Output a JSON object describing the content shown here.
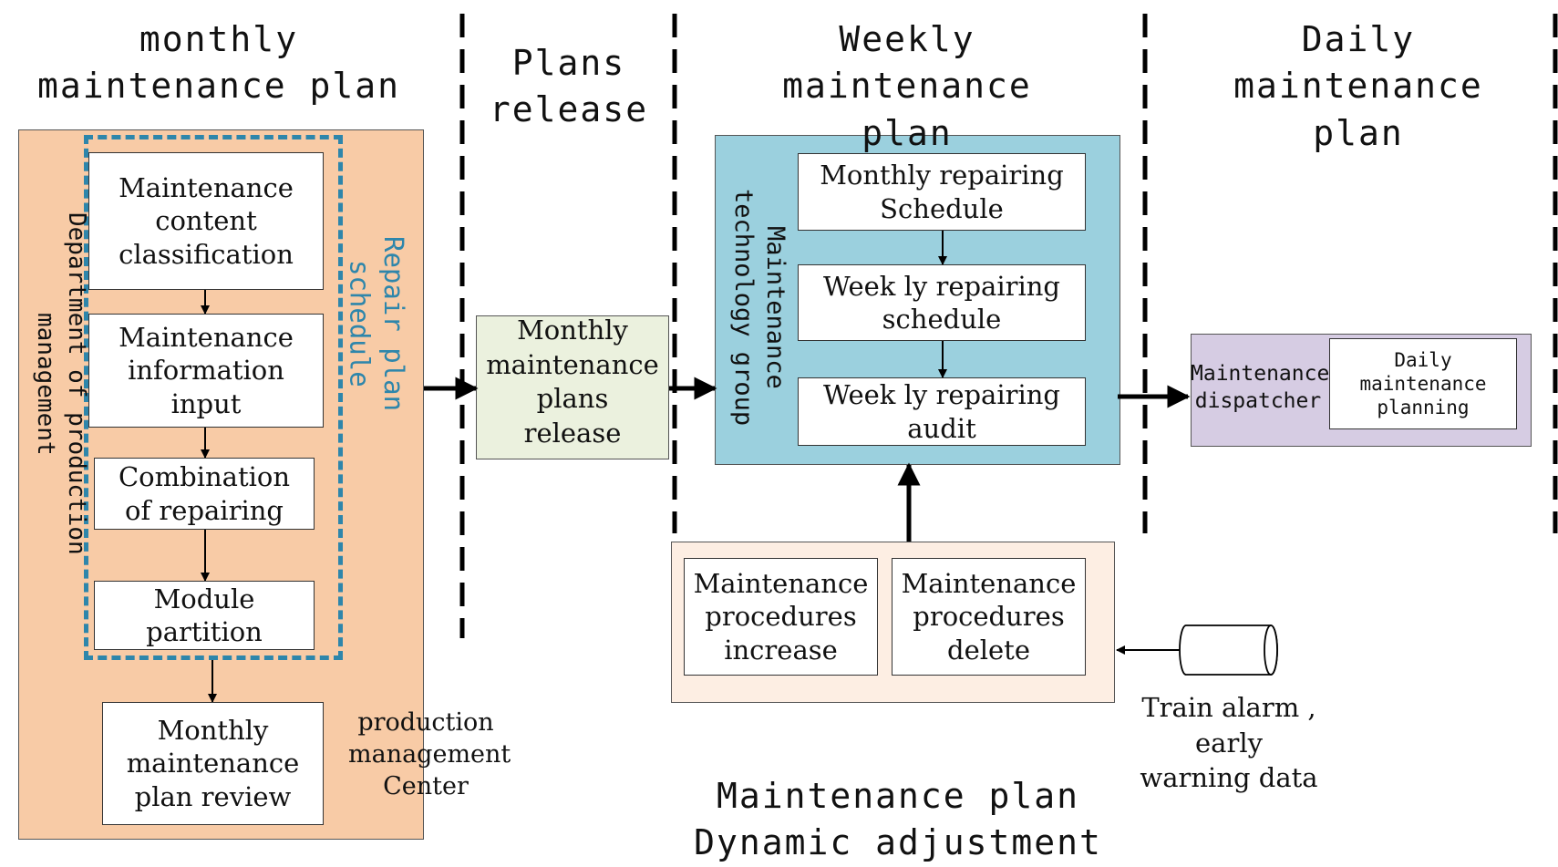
{
  "headers": {
    "monthly": "monthly\nmaintenance plan",
    "release": "Plans release",
    "weekly": "Weekly maintenance\nplan",
    "daily": "Daily maintenance\nplan"
  },
  "monthly_section": {
    "dept_label": "Department of production\nmanagement",
    "schedule_label": "Repair plan\nschedule",
    "content_classification": "Maintenance\ncontent\nclassification",
    "information_input": "Maintenance\ninformation\ninput",
    "combination": "Combination\nof repairing",
    "module_partition": "Module\npartition",
    "plan_review": "Monthly\nmaintenance\nplan review",
    "center_label": "production\nmanagement\nCenter"
  },
  "release_box": "Monthly\nmaintenance\nplans\nrelease",
  "weekly_section": {
    "group_label": "Maintenance\ntechnology group",
    "monthly_schedule": "Monthly repairing\nSchedule",
    "weekly_schedule": "Week ly repairing\nschedule",
    "weekly_audit": "Week ly repairing\naudit"
  },
  "daily_section": {
    "dispatcher": "Maintenance\ndispatcher",
    "planning": "Daily\nmaintenance\nplanning"
  },
  "adjustment_section": {
    "increase": "Maintenance\nprocedures\nincrease",
    "delete": "Maintenance\nprocedures\ndelete",
    "title": "Maintenance plan\nDynamic adjustment"
  },
  "alarm_data": "Train alarm ,\nearly\nwarning data",
  "colors": {
    "monthly_bg": "#f8cba6",
    "schedule_border": "#2e86ab",
    "schedule_text": "#2e86ab",
    "release_bg": "#ebf1de",
    "weekly_bg": "#9bd0de",
    "daily_bg": "#d6cce3",
    "adjust_bg": "#fdeee3"
  }
}
